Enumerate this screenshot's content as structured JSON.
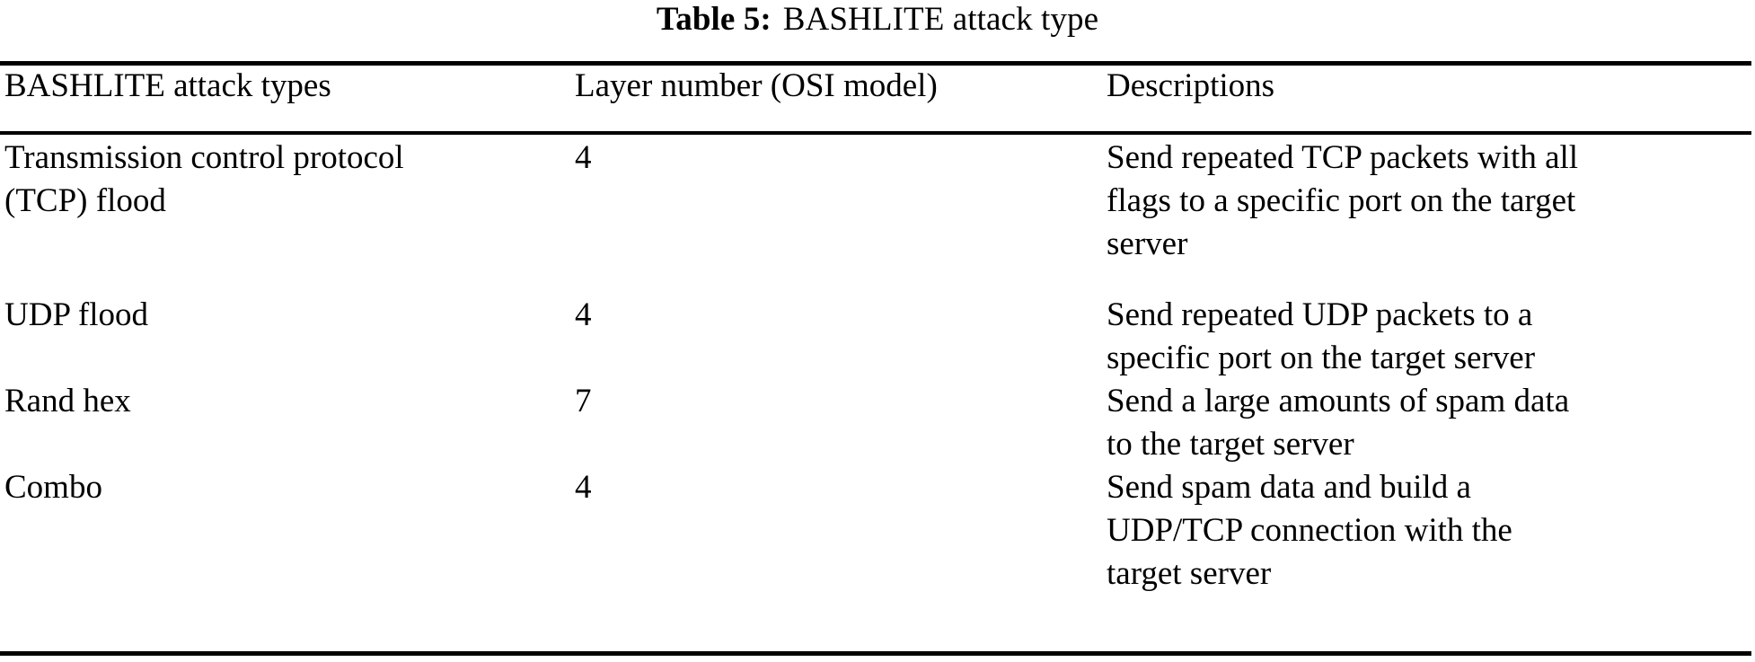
{
  "caption": {
    "label": "Table 5:",
    "text": "BASHLITE attack type"
  },
  "table": {
    "columns": [
      "BASHLITE attack types",
      "Layer number (OSI model)",
      "Descriptions"
    ],
    "rows": [
      {
        "attack_type": "Transmission control protocol\n(TCP) flood",
        "layer": "4",
        "description": "Send repeated TCP packets with all\nflags to a specific port on the target\nserver"
      },
      {
        "attack_type": "UDP flood",
        "layer": "4",
        "description": "Send repeated UDP packets to a\nspecific port on the target server"
      },
      {
        "attack_type": "Rand hex",
        "layer": "7",
        "description": "Send a large amounts of spam data\nto the target server"
      },
      {
        "attack_type": "Combo",
        "layer": "4",
        "description": "Send spam data and build a\nUDP/TCP connection with the\ntarget server"
      }
    ]
  },
  "colors": {
    "text": "#000000",
    "background": "#ffffff",
    "rule": "#000000"
  }
}
